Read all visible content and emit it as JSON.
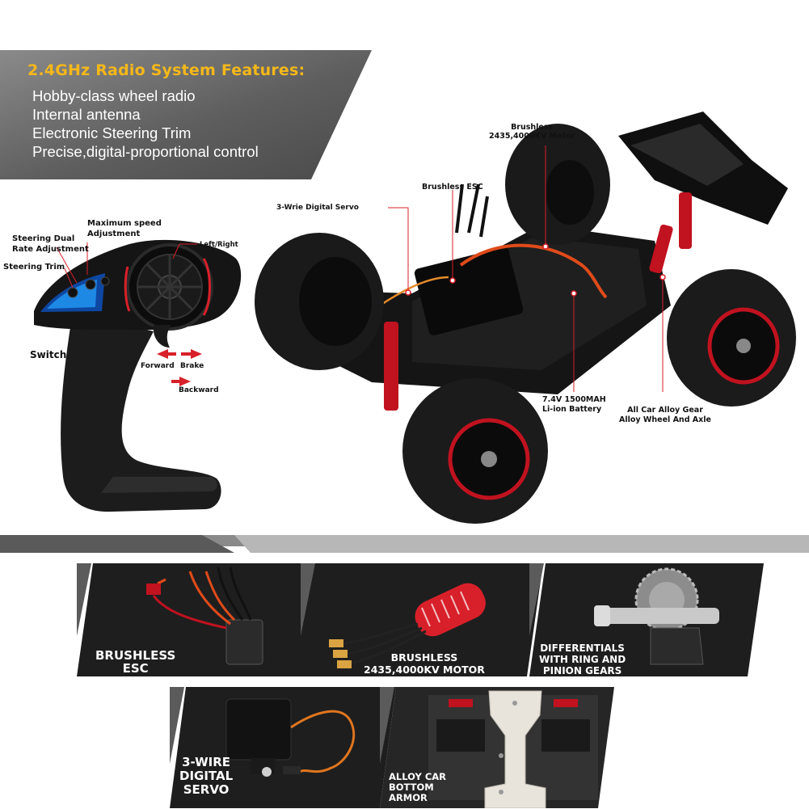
{
  "header": {
    "title": "2.4GHz Radio System Features:",
    "features": [
      "Hobby-class wheel radio",
      "Internal antenna",
      "Electronic Steering Trim",
      "Precise,digital-proportional control"
    ]
  },
  "transmitter_labels": {
    "max_speed": [
      "Maximum speed",
      "Adjustment"
    ],
    "steering_dual": [
      "Steering Dual",
      "Rate Adjustment"
    ],
    "steering_trim": "Steering Trim",
    "left_right": "Left/Right",
    "switch": "Switch",
    "forward": "Forward",
    "brake": "Brake",
    "backward": "Backward"
  },
  "car_labels": {
    "motor": [
      "Brushless",
      "2435,4000KV Motor"
    ],
    "esc": "Brushless ESC",
    "servo": "3-Wrie Digital Servo",
    "battery": [
      "7.4V 1500MAH",
      "Li-ion Battery"
    ],
    "gear": [
      "All Car Alloy Gear",
      "Alloy Wheel And Axle"
    ]
  },
  "cards": [
    {
      "lines": [
        "BRUSHLESS",
        "ESC"
      ]
    },
    {
      "lines": [
        "BRUSHLESS",
        "2435,4000KV MOTOR"
      ]
    },
    {
      "lines": [
        "DIFFERENTIALS",
        "WITH RING AND",
        "PINION GEARS"
      ]
    },
    {
      "lines": [
        "3-WIRE",
        "DIGITAL",
        "SERVO"
      ]
    },
    {
      "lines": [
        "ALLOY CAR",
        "BOTTOM",
        "ARMOR"
      ]
    }
  ],
  "colors": {
    "title": "#f5b81a",
    "banner": "#6e6e6e",
    "card": "#1e1e1e",
    "accent_red": "#d8202a"
  }
}
